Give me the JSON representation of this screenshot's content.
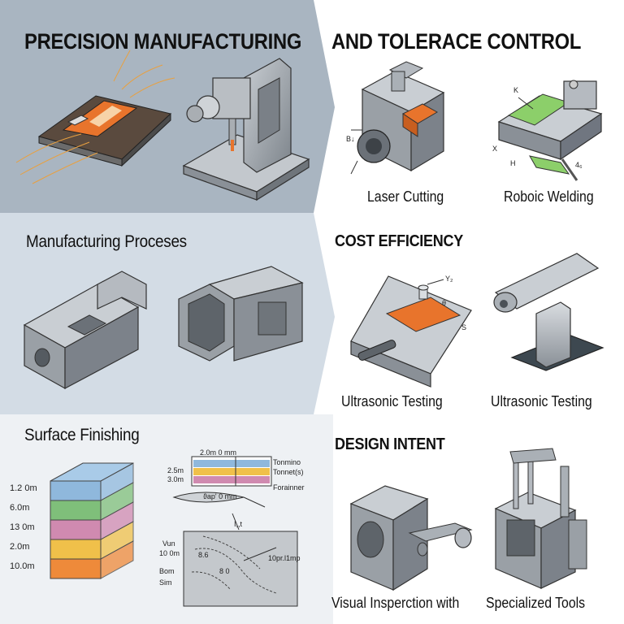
{
  "headings": {
    "main_left": "PRECISION MANUFACTURING",
    "main_right": "AND TOLERACE CONTROL",
    "processes": "Manufacturing Proceses",
    "cost": "COST EFFICIENCY",
    "surface": "Surface Finishing",
    "design": "DESIGN INTENT"
  },
  "captions": {
    "laser": "Laser Cutting",
    "welding": "Roboic Welding",
    "ultra1": "Ultrasonic Testing",
    "ultra2": "Ultrasonic Testing",
    "visual": "Visual Insperction with",
    "tools": "Specialized Tools"
  },
  "labels": {
    "laser_b": "B↓",
    "weld_k": "K",
    "weld_x": "X",
    "weld_h": "H",
    "weld_4": "4₆",
    "ultra_y": "Y₂",
    "ultra_theta": "θ",
    "ultra_s": "S"
  },
  "surface_layers": [
    {
      "label": "1.2 0m",
      "color": "#8fb8dc"
    },
    {
      "label": "6.0m",
      "color": "#7fbf7a"
    },
    {
      "label": "13 0m",
      "color": "#d08ab0"
    },
    {
      "label": "2.0m",
      "color": "#f0c04a"
    },
    {
      "label": "10.0m",
      "color": "#ee8a3a"
    }
  ],
  "tolerance": {
    "top": "2.0m 0 mm",
    "r1_left": "2.5m",
    "r2_left": "3.0m",
    "r1_right": "Tonmino",
    "r2_right": "Tonnet(s)",
    "r3_right": "Forainner",
    "callout": "ϑap' 0 mm",
    "arrow_label": "I,,t",
    "vun": "Vun",
    "ten": "10 0m",
    "bom": "Bom",
    "sim": "Sim",
    "right_note": "10pr.l1mp",
    "s1": "8.6",
    "s2": "8 0"
  },
  "colors": {
    "top_panel": "#a9b5c1",
    "mid_panel": "#d3dce5",
    "metal": "#9aa0a6",
    "orange": "#e8742c",
    "green": "#8ccf6a"
  }
}
